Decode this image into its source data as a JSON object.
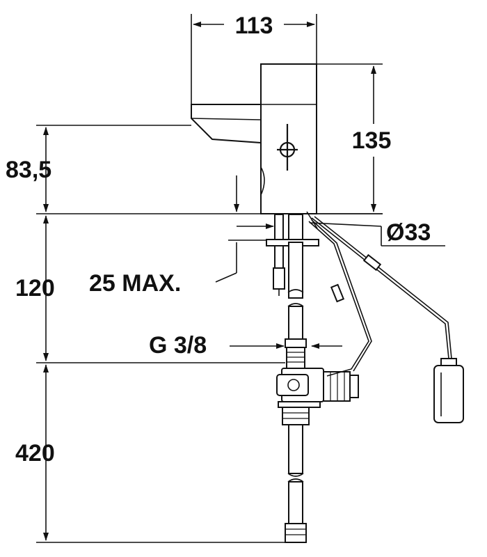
{
  "dimensions": {
    "width_top": "113",
    "height_body": "135",
    "height_spout": "83,5",
    "diameter": "Ø33",
    "height_below_deck": "120",
    "max_deck": "25 MAX.",
    "thread": "G 3/8",
    "hose_length": "420"
  },
  "colors": {
    "line": "#111111",
    "background": "#ffffff"
  }
}
